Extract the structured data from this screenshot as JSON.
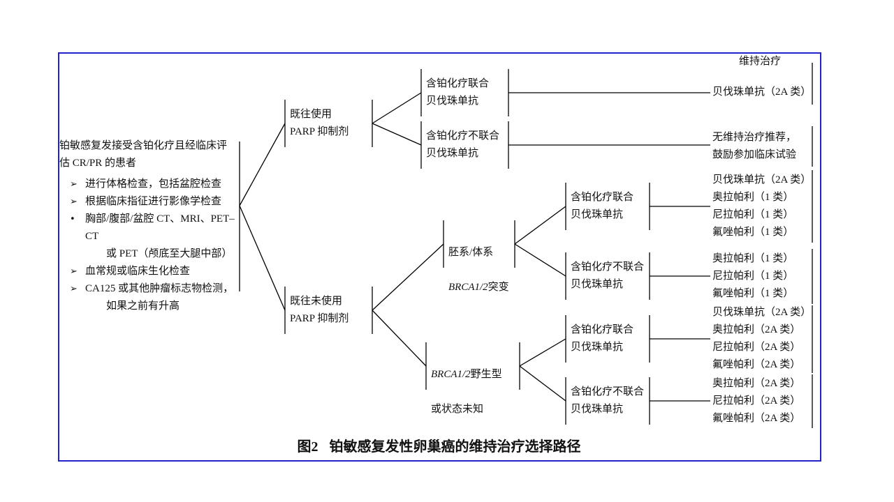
{
  "figure": {
    "column_header": "维持治疗",
    "caption_prefix": "图2",
    "caption": "铂敏感复发性卵巢癌的维持治疗选择路径"
  },
  "colors": {
    "border": "#2222cc",
    "lines": "#000000",
    "text": "#111111"
  },
  "patient": {
    "title": "铂敏感复发接受含铂化疗且经临床评\n估 CR/PR 的患者",
    "items": [
      {
        "marker": "➢",
        "text": "进行体格检查，包括盆腔检查"
      },
      {
        "marker": "➢",
        "text": "根据临床指征进行影像学检查"
      },
      {
        "marker": "•",
        "text": "胸部/腹部/盆腔 CT、MRI、PET–CT\n　　或 PET（颅底至大腿中部）"
      },
      {
        "marker": "➢",
        "text": "血常规或临床生化检查"
      },
      {
        "marker": "➢",
        "text": "CA125 或其他肿瘤标志物检测，\n　　如果之前有升高"
      }
    ]
  },
  "nodes": {
    "parp_used": "既往使用\nPARP 抑制剂",
    "parp_naive": "既往未使用\nPARP 抑制剂",
    "chemo_bev_top": "含铂化疗联合\n贝伐珠单抗",
    "chemo_nobev_top": "含铂化疗不联合\n贝伐珠单抗",
    "brca_mut": {
      "line1": "胚系/体系",
      "italic": "BRCA1/2",
      "rest": "突变"
    },
    "brca_wt": {
      "italic": "BRCA1/2",
      "rest": "野生型",
      "line2": "或状态未知"
    },
    "chemo_bev_mut": "含铂化疗联合\n贝伐珠单抗",
    "chemo_nobev_mut": "含铂化疗不联合\n贝伐珠单抗",
    "chemo_bev_wt": "含铂化疗联合\n贝伐珠单抗",
    "chemo_nobev_wt": "含铂化疗不联合\n贝伐珠单抗"
  },
  "results": {
    "r1": [
      "贝伐珠单抗（2A 类）"
    ],
    "r2": [
      "无维持治疗推荐，",
      "鼓励参加临床试验"
    ],
    "r3": [
      "贝伐珠单抗（2A 类）",
      "奥拉帕利（1 类）",
      "尼拉帕利（1 类）",
      "氟唑帕利（1 类）"
    ],
    "r4": [
      "奥拉帕利（1 类）",
      "尼拉帕利（1 类）",
      "氟唑帕利（1 类）"
    ],
    "r5": [
      "贝伐珠单抗（2A 类）",
      "奥拉帕利（2A 类）",
      "尼拉帕利（2A 类）",
      "氟唑帕利（2A 类）"
    ],
    "r6": [
      "奥拉帕利（2A 类）",
      "尼拉帕利（2A 类）",
      "氟唑帕利（2A 类）"
    ]
  }
}
